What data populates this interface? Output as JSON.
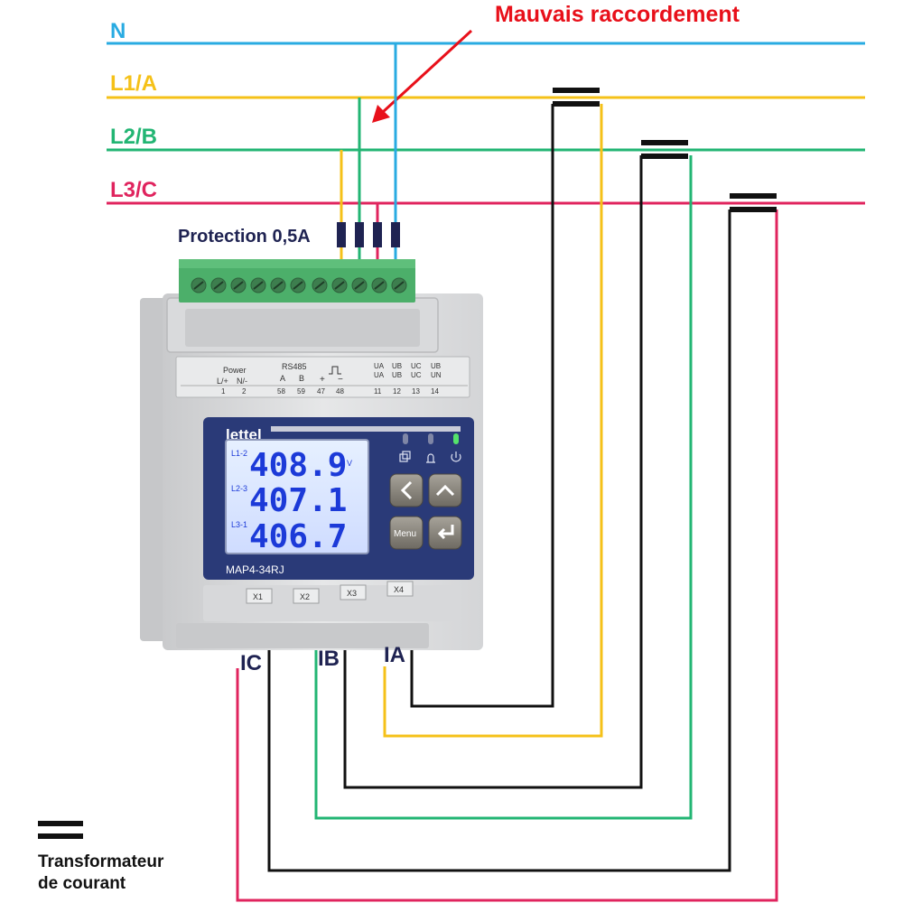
{
  "lines": {
    "n": "N",
    "l1": "L1/A",
    "l2": "L2/B",
    "l3": "L3/C"
  },
  "annotation": "Mauvais raccordement",
  "protection_label": "Protection 0,5A",
  "meter": {
    "brand": "lettel",
    "model": "MAP4-34RJ",
    "terminal_header": {
      "power": "Power",
      "l_plus": "L/+",
      "n_minus": "N/-",
      "rs485": "RS485",
      "a": "A",
      "b": "B",
      "plus": "+",
      "minus": "−",
      "ua1": "UA",
      "ub1": "UB",
      "uc1": "UC",
      "ub2": "UB",
      "ua2": "UA",
      "ub3": "UB",
      "uc2": "UC",
      "un": "UN",
      "t1": "1",
      "t2": "2",
      "t58": "58",
      "t59": "59",
      "t47": "47",
      "t48": "48",
      "t11": "11",
      "t12": "12",
      "t13": "13",
      "t14": "14"
    },
    "lcd": {
      "row1_label": "L1-2",
      "row1_value": "408.9",
      "unit": "V",
      "row2_label": "L2-3",
      "row2_value": "407.1",
      "row3_label": "L3-1",
      "row3_value": "406.7"
    },
    "buttons": {
      "menu": "Menu"
    },
    "slots": [
      "X1",
      "X2",
      "X3",
      "X4"
    ]
  },
  "current_inputs": {
    "ic": "IC",
    "ib": "IB",
    "ia": "IA"
  },
  "legend": {
    "line1": "Transformateur",
    "line2": "de courant"
  },
  "colors": {
    "neutral": "#29abe2",
    "l1": "#f5c118",
    "l2": "#22b573",
    "l3": "#e0245e",
    "annotation": "#e8101a",
    "dark_label": "#1f2352",
    "ct_wire": "#111111",
    "panel_blue": "#2a3a78",
    "lcd_blue": "#1c3ad8"
  }
}
